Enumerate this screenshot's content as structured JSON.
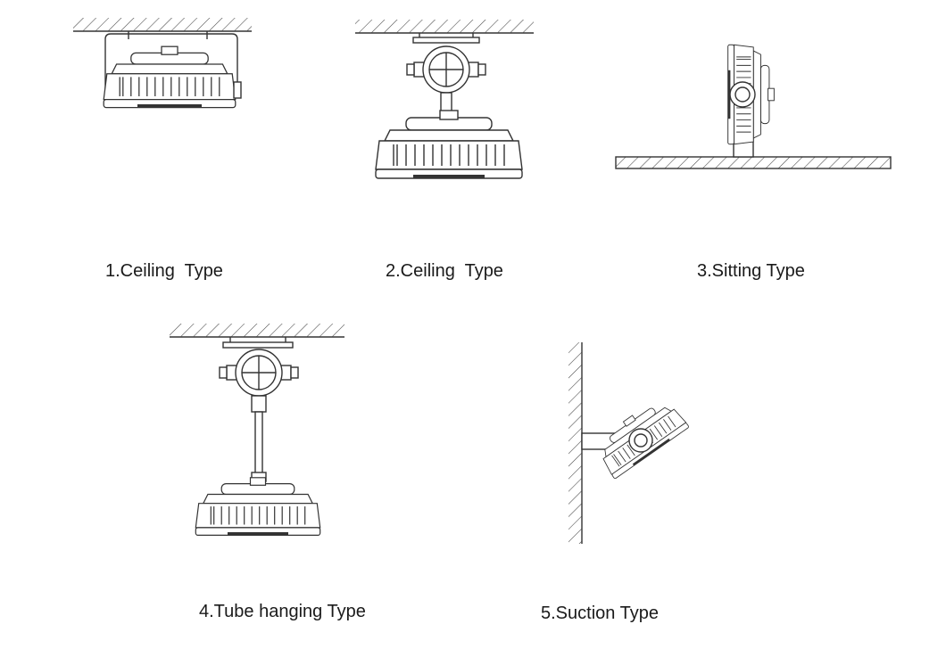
{
  "captions": {
    "type1": "1.Ceiling  Type",
    "type2": "2.Ceiling  Type",
    "type3": "3.Sitting Type",
    "type4": "4.Tube hanging Type",
    "type5": "5.Suction Type"
  }
}
